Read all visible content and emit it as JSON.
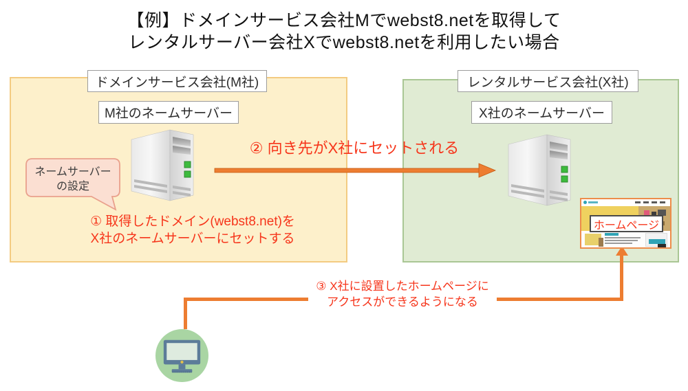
{
  "title": {
    "line1": "【例】ドメインサービス会社Mでwebst8.netを取得して",
    "line2": "レンタルサーバー会社Xでwebst8.netを利用したい場合"
  },
  "panels": {
    "domain": {
      "title": "ドメインサービス会社(M社)",
      "nameserver": "M社のネームサーバー"
    },
    "rental": {
      "title": "レンタルサービス会社(X社)",
      "nameserver": "X社のネームサーバー"
    }
  },
  "bubble": {
    "line1": "ネームサーバー",
    "line2": "の設定"
  },
  "steps": {
    "one": {
      "line1": "① 取得したドメイン(webst8.net)を",
      "line2": "X社のネームサーバーにセットする"
    },
    "two": {
      "text": "② 向き先がX社にセットされる"
    },
    "three": {
      "line1": "③ X社に設置したホームページに",
      "line2": "アクセスができるようになる"
    }
  },
  "homepage_badge": "ホームページ",
  "colors": {
    "step_text_red": "#f6351b",
    "arrow_orange": "#ED7D31",
    "domain_panel_bg": "#FDF0CB",
    "domain_panel_border": "#F3CB81",
    "rental_panel_bg": "#E0EBD3",
    "rental_panel_border": "#A9C694",
    "bubble_bg": "#FBDFD2",
    "bubble_border": "#E9A08C",
    "client_circle_green": "#A9D5A3",
    "monitor_frame_blue": "#5C7C99",
    "server_led_green": "#3DBB3D"
  }
}
